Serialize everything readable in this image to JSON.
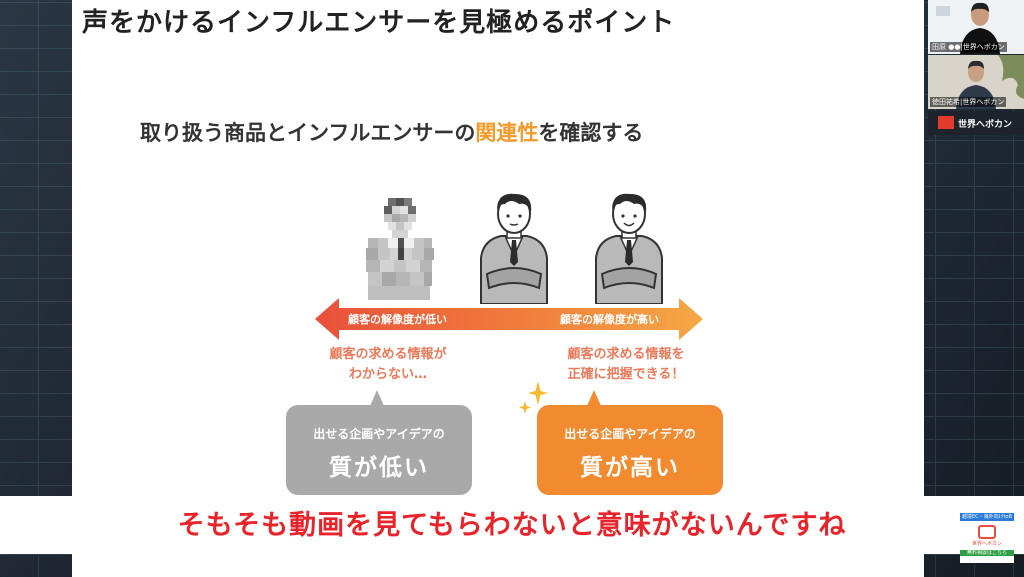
{
  "slide": {
    "title": "声をかけるインフルエンサーを見極めるポイント",
    "subtitle_before": "取り扱う商品とインフルエンサーの",
    "subtitle_highlight": "関連性",
    "subtitle_after": "を確認する",
    "arrow": {
      "left_label": "顧客の解像度が低い",
      "right_label": "顧客の解像度が高い"
    },
    "notes": {
      "left_line1": "顧客の求める情報が",
      "left_line2": "わからない…",
      "right_line1": "顧客の求める情報を",
      "right_line2": "正確に把握できる！"
    },
    "bubbles": {
      "low_sub": "出せる企画やアイデアの",
      "low_main": "質が低い",
      "high_sub": "出せる企画やアイデアの",
      "high_main": "質が高い"
    }
  },
  "caption": "そもそも動画を見てもらわないと意味がないんですね",
  "participants": [
    {
      "name": "田原 ●●|世界へボカン"
    },
    {
      "name": "徳田祐希|世界へボカン"
    }
  ],
  "brand": {
    "name": "世界へボカン"
  },
  "ad": {
    "top": "越境EC・海外向けtoB",
    "name": "世界へボカン",
    "bottom": "無料相談はこちら"
  },
  "colors": {
    "accent_orange": "#f28a2f",
    "caption_red": "#e8232a",
    "gray_bubble": "#a9a9a9"
  }
}
